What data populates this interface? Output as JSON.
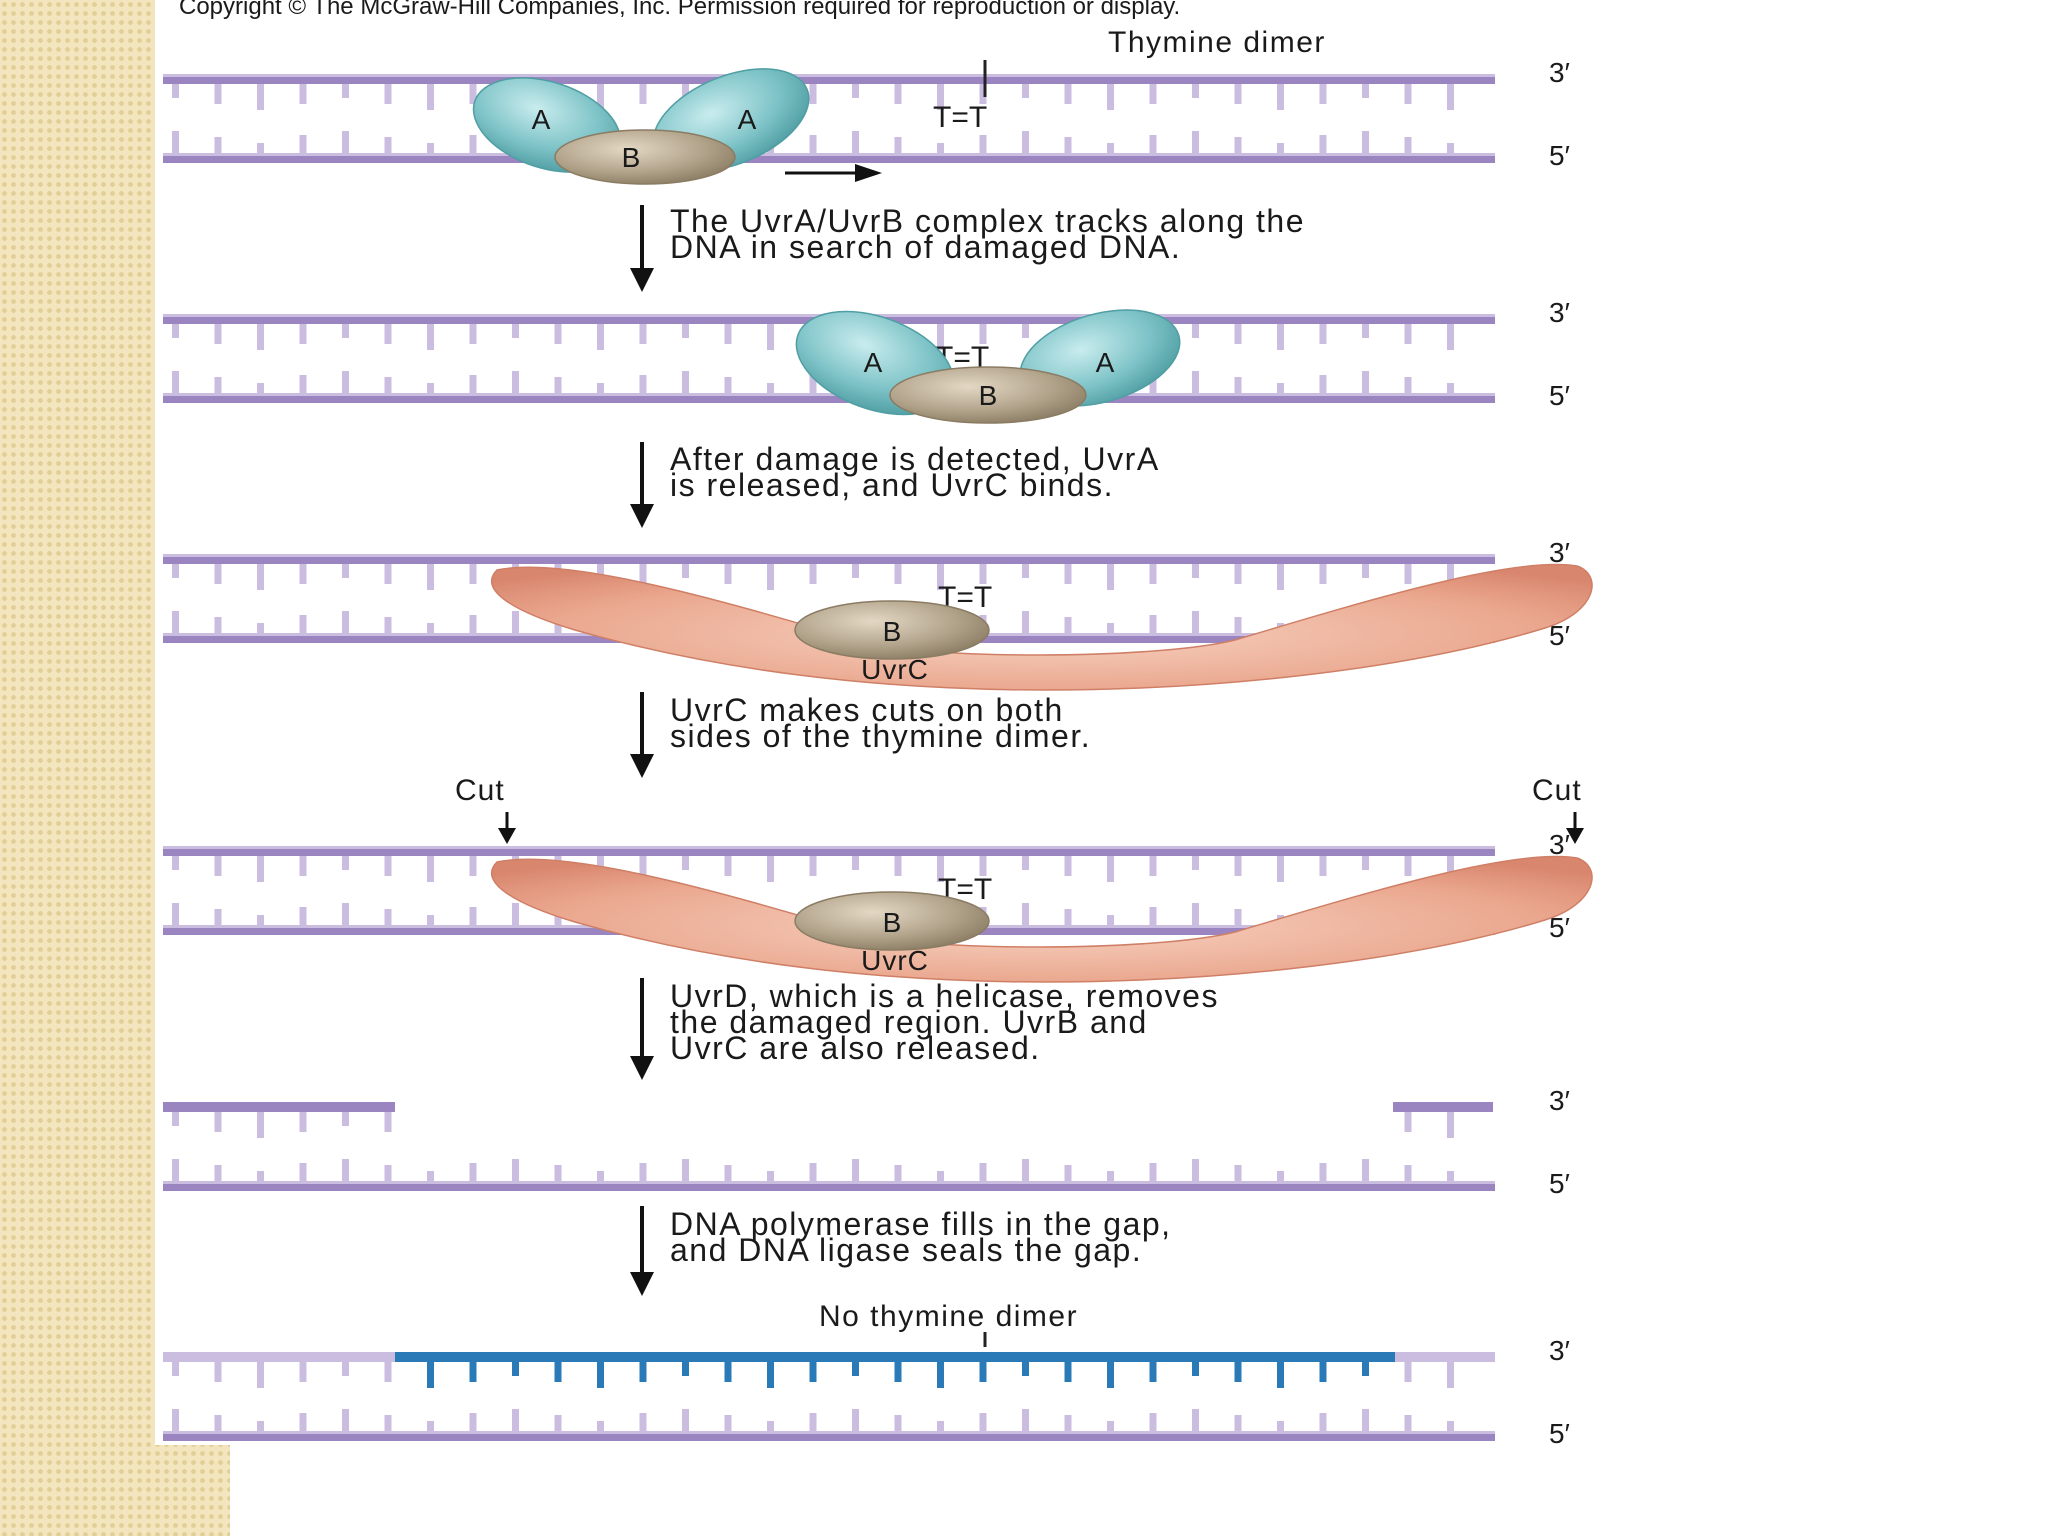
{
  "copyright": "Copyright © The McGraw-Hill Companies, Inc. Permission required for reproduction or display.",
  "labels": {
    "five_prime": "5′",
    "three_prime": "3′",
    "thymine_dimer": "Thymine dimer",
    "dimer_pair": "T=T",
    "uvra": "A",
    "uvrb": "B",
    "uvrc": "UvrC",
    "cut": "Cut",
    "no_thymine_dimer": "No thymine dimer"
  },
  "steps": [
    {
      "caption": [
        "The UvrA/UvrB complex tracks along the",
        "DNA in search of damaged DNA."
      ]
    },
    {
      "caption": [
        "After damage is detected, UvrA",
        "is released, and UvrC binds."
      ]
    },
    {
      "caption": [
        "UvrC makes cuts on both",
        "sides of the thymine dimer."
      ]
    },
    {
      "caption": [
        "UvrD, which is a helicase, removes",
        "the damaged region. UvrB and",
        "UvrC are also released."
      ]
    },
    {
      "caption": [
        "DNA polymerase fills in the gap,",
        "and DNA ligase seals the gap."
      ]
    }
  ],
  "colors": {
    "dna_strand": "#9b85c0",
    "dna_strand_light": "#cbbde0",
    "new_dna": "#2a7ab8",
    "uvra": "#7fc4c8",
    "uvrb": "#b3a48c",
    "uvrc": "#eaa78e",
    "arrow": "#111111"
  }
}
